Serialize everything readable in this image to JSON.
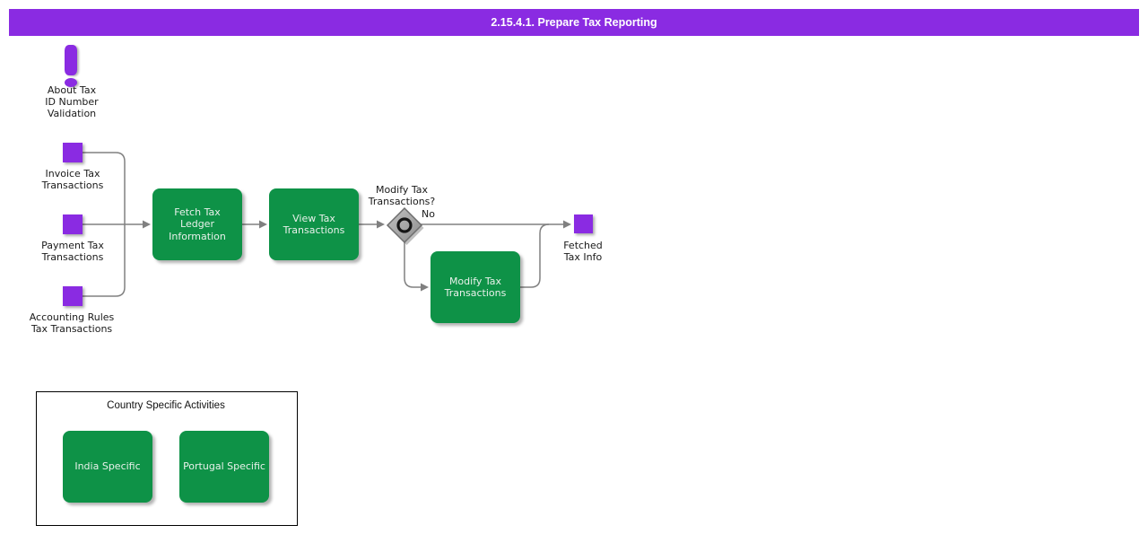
{
  "header": {
    "title": "2.15.4.1. Prepare Tax Reporting"
  },
  "annotation": {
    "label": "About Tax\nID Number\nValidation"
  },
  "inputs": [
    {
      "label": "Invoice Tax\nTransactions"
    },
    {
      "label": "Payment Tax\nTransactions"
    },
    {
      "label": "Accounting Rules\nTax Transactions"
    }
  ],
  "activities": {
    "fetch": {
      "label": "Fetch Tax\nLedger\nInformation"
    },
    "view": {
      "label": "View Tax\nTransactions"
    },
    "modify": {
      "label": "Modify Tax\nTransactions"
    }
  },
  "decision": {
    "question": "Modify Tax\nTransactions?",
    "no_label": "No"
  },
  "output": {
    "label": "Fetched\nTax Info"
  },
  "country_group": {
    "title": "Country Specific Activities",
    "activities": [
      {
        "label": "India Specific"
      },
      {
        "label": "Portugal Specific"
      }
    ]
  },
  "colors": {
    "header_bg": "#8A2BE2",
    "event_purple": "#8A2BE2",
    "activity_green": "#0E9247",
    "connector_gray": "#808080",
    "diamond_gray": "#9C9C9C",
    "label_text": "#1A1A1A"
  }
}
